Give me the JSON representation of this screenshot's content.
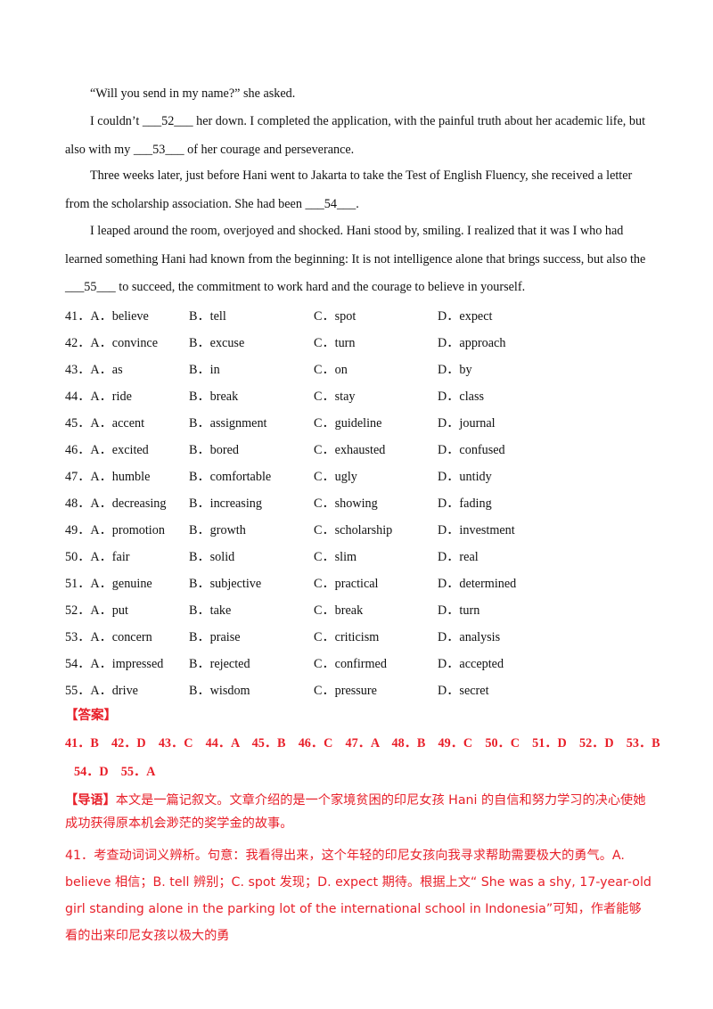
{
  "passage": {
    "p1": "“Will you send in my name?” she asked.",
    "p2": "I couldn’t ___52___ her down. I completed the application, with the painful truth about her academic life, but also with my ___53___ of her courage and perseverance.",
    "p3": "Three weeks later, just before Hani went to Jakarta to take the Test of English Fluency, she received a letter from the scholarship association. She had been ___54___.",
    "p4": "I leaped around the room, overjoyed and shocked. Hani stood by, smiling. I realized that it was I who had learned something Hani had known from the beginning: It is not intelligence alone that brings success, but also the ___55___ to succeed, the commitment to work hard and the courage to believe in yourself."
  },
  "options": [
    {
      "num": "41．A．believe",
      "b": "B．tell",
      "c": "C．spot",
      "d": "D．expect"
    },
    {
      "num": "42．A．convince",
      "b": "B．excuse",
      "c": "C．turn",
      "d": "D．approach"
    },
    {
      "num": "43．A．as",
      "b": "B．in",
      "c": "C．on",
      "d": "D．by"
    },
    {
      "num": "44．A．ride",
      "b": "B．break",
      "c": "C．stay",
      "d": "D．class"
    },
    {
      "num": "45．A．accent",
      "b": "B．assignment",
      "c": "C．guideline",
      "d": "D．journal"
    },
    {
      "num": "46．A．excited",
      "b": "B．bored",
      "c": "C．exhausted",
      "d": "D．confused"
    },
    {
      "num": "47．A．humble",
      "b": "B．comfortable",
      "c": "C．ugly",
      "d": "D．untidy"
    },
    {
      "num": "48．A．decreasing",
      "b": "B．increasing",
      "c": "C．showing",
      "d": "D．fading"
    },
    {
      "num": "49．A．promotion",
      "b": "B．growth",
      "c": "C．scholarship",
      "d": "D．investment"
    },
    {
      "num": "50．A．fair",
      "b": "B．solid",
      "c": "C．slim",
      "d": "D．real"
    },
    {
      "num": "51．A．genuine",
      "b": "B．subjective",
      "c": "C．practical",
      "d": "D．determined"
    },
    {
      "num": "52．A．put",
      "b": "B．take",
      "c": "C．break",
      "d": "D．turn"
    },
    {
      "num": "53．A．concern",
      "b": "B．praise",
      "c": "C．criticism",
      "d": "D．analysis"
    },
    {
      "num": "54．A．impressed",
      "b": "B．rejected",
      "c": "C．confirmed",
      "d": "D．accepted"
    },
    {
      "num": "55．A．drive",
      "b": "B．wisdom",
      "c": "C．pressure",
      "d": "D．secret"
    }
  ],
  "answer": {
    "heading": "【答案】",
    "line1": "41．B　42．D　43．C　44．A　45．B　46．C　47．A　48．B　49．C　50．C　51．D　52．D　53．B",
    "line2": "54．D　55．A"
  },
  "guide": {
    "tag": "【导语】",
    "text": "本文是一篇记叙文。文章介绍的是一个家境贫困的印尼女孩 Hani 的自信和努力学习的决心使她成功获得原本机会渺茫的奖学金的故事。"
  },
  "explain41": {
    "text": "41．考查动词词义辨析。句意：我看得出来，这个年轻的印尼女孩向我寻求帮助需要极大的勇气。A. believe 相信；B. tell 辨别；C. spot 发现；D. expect 期待。根据上文“ She was a shy, 17-year-old girl standing alone in the parking lot of the international school in Indonesia”可知，作者能够看的出来印尼女孩以极大的勇"
  }
}
